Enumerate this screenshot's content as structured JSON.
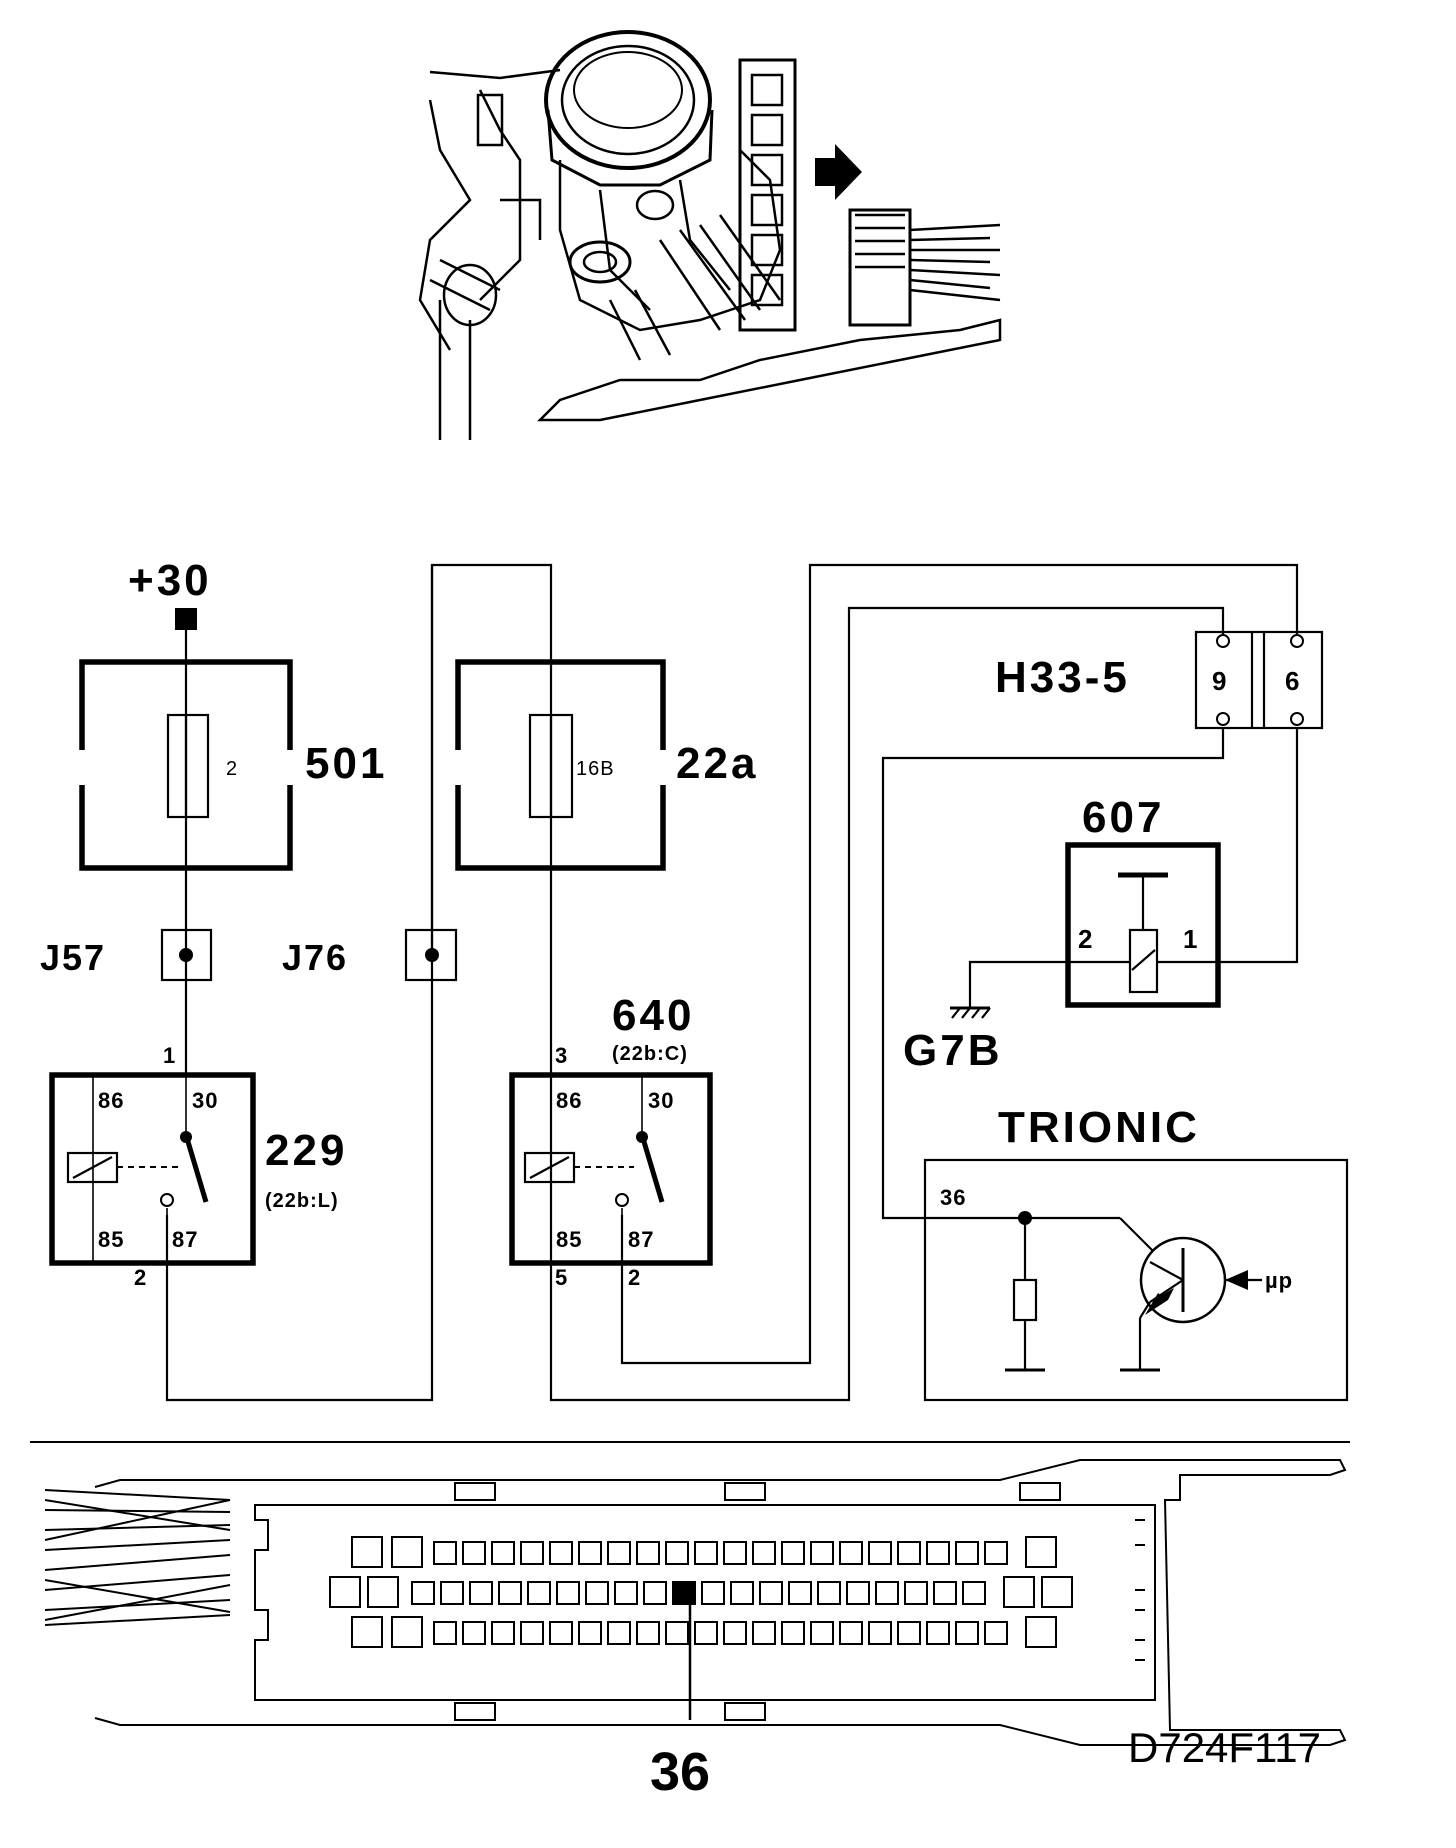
{
  "supply": {
    "label": "+30"
  },
  "fuse_501": {
    "id": "501",
    "fuse": "2"
  },
  "fuse_22a": {
    "id": "22a",
    "fuse": "16B"
  },
  "junctions": {
    "j57": "J57",
    "j76": "J76"
  },
  "relay_229": {
    "id": "229",
    "ref": "(22b:L)",
    "terms": {
      "t86": "86",
      "t30": "30",
      "t85": "85",
      "t87": "87"
    },
    "pin_in": "1",
    "pin_out": "2"
  },
  "relay_640": {
    "id": "640",
    "ref": "(22b:C)",
    "terms": {
      "t86": "86",
      "t30": "30",
      "t85": "85",
      "t87": "87"
    },
    "pin_in": "3",
    "pin_out_85": "5",
    "pin_out_87": "2"
  },
  "connector_h33": {
    "id": "H33-5",
    "pin_a": "9",
    "pin_b": "6"
  },
  "valve_607": {
    "id": "607",
    "pin_left": "2",
    "pin_right": "1"
  },
  "ground": {
    "id": "G7B"
  },
  "ecu": {
    "name": "TRIONIC",
    "pin": "36",
    "signal": "µp"
  },
  "ecu_connector": {
    "pin_callout": "36"
  },
  "drawing_code": "D724F117"
}
